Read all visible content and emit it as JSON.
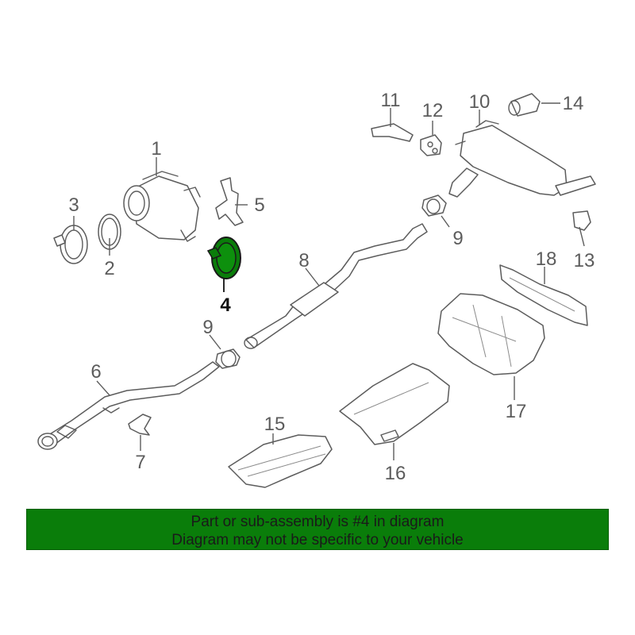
{
  "callouts": {
    "c1": "1",
    "c2": "2",
    "c3": "3",
    "c4": "4",
    "c5": "5",
    "c6": "6",
    "c7": "7",
    "c8": "8",
    "c9a": "9",
    "c9b": "9",
    "c10": "10",
    "c11": "11",
    "c12": "12",
    "c13": "13",
    "c14": "14",
    "c15": "15",
    "c16": "16",
    "c17": "17",
    "c18": "18"
  },
  "highlight": {
    "part": "4",
    "color": "#0a7d0a"
  },
  "banner": {
    "line1": "Part or sub-assembly is #4 in diagram",
    "line2": "Diagram may not be specific to your vehicle",
    "background": "#0a7d0a"
  }
}
